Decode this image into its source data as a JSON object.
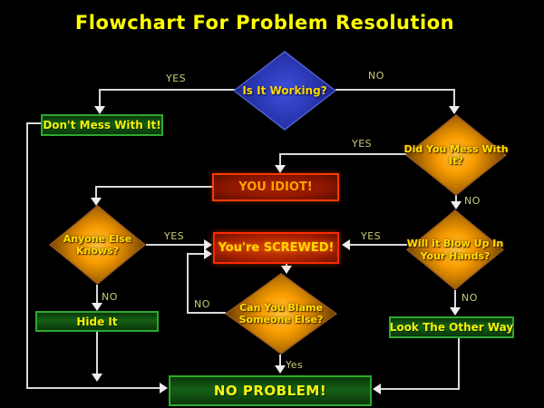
{
  "title": "Flowchart For Problem Resolution",
  "nodes": {
    "is_it_working": {
      "label": "Is It Working?",
      "type": "decision",
      "color": "blue"
    },
    "dont_mess": {
      "label": "Don't Mess With It!",
      "type": "process",
      "color": "green"
    },
    "did_you_mess": {
      "label": "Did You Mess With It?",
      "type": "decision",
      "color": "orange"
    },
    "you_idiot": {
      "label": "YOU IDIOT!",
      "type": "process",
      "color": "red"
    },
    "anyone_else_knows": {
      "label": "Anyone Else Knows?",
      "type": "decision",
      "color": "orange"
    },
    "youre_screwed": {
      "label": "You're SCREWED!",
      "type": "process",
      "color": "red"
    },
    "will_it_blow_up": {
      "label": "Will it Blow Up In Your Hands?",
      "type": "decision",
      "color": "orange"
    },
    "can_you_blame": {
      "label": "Can You Blame Someone Else?",
      "type": "decision",
      "color": "orange"
    },
    "hide_it": {
      "label": "Hide It",
      "type": "process",
      "color": "green"
    },
    "look_the_other_way": {
      "label": "Look The Other Way",
      "type": "process",
      "color": "green"
    },
    "no_problem": {
      "label": "NO PROBLEM!",
      "type": "terminal",
      "color": "green"
    }
  },
  "edges": [
    {
      "from": "is_it_working",
      "to": "dont_mess",
      "label": "YES"
    },
    {
      "from": "is_it_working",
      "to": "did_you_mess",
      "label": "NO"
    },
    {
      "from": "did_you_mess",
      "to": "you_idiot",
      "label": "YES"
    },
    {
      "from": "did_you_mess",
      "to": "will_it_blow_up",
      "label": "NO"
    },
    {
      "from": "anyone_else_knows",
      "to": "youre_screwed",
      "label": "YES"
    },
    {
      "from": "anyone_else_knows",
      "to": "hide_it",
      "label": "NO"
    },
    {
      "from": "will_it_blow_up",
      "to": "youre_screwed",
      "label": "YES"
    },
    {
      "from": "will_it_blow_up",
      "to": "look_the_other_way",
      "label": "NO"
    },
    {
      "from": "can_you_blame",
      "to": "youre_screwed",
      "label": "NO"
    },
    {
      "from": "can_you_blame",
      "to": "no_problem",
      "label": "Yes"
    },
    {
      "from": "you_idiot",
      "to": "anyone_else_knows",
      "label": ""
    },
    {
      "from": "youre_screwed",
      "to": "can_you_blame",
      "label": ""
    },
    {
      "from": "dont_mess",
      "to": "no_problem",
      "label": ""
    },
    {
      "from": "hide_it",
      "to": "no_problem",
      "label": ""
    },
    {
      "from": "look_the_other_way",
      "to": "no_problem",
      "label": ""
    }
  ],
  "colors": {
    "background": "#000000",
    "title_text": "#ffff00",
    "flow_line": "#d9d9d9",
    "edge_label_text": "#c9c97a",
    "blue_decision": "#2b38b4",
    "orange_decision": "#f79b00",
    "red_process": "#a32000",
    "red_border": "#ff3a00",
    "green_process": "#166016",
    "green_border": "#2fa82f",
    "node_text_yellow": "#ffe000"
  }
}
